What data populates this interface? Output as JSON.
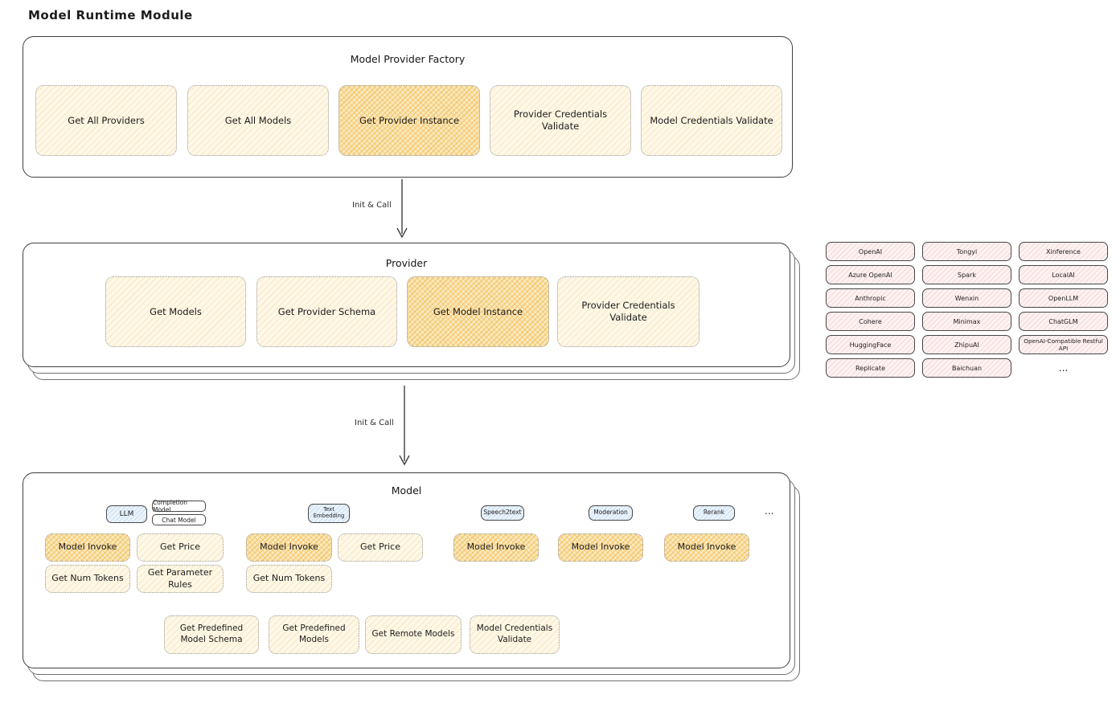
{
  "page_title": "Model Runtime Module",
  "colors": {
    "node_yellow": "#fdf8e9",
    "node_highlight": "#f6cb7f",
    "provider_pink": "#fdf2f2",
    "tab_blue": "#ebf4fc",
    "border_dark": "#3f3f3f",
    "dotted_border": "#9a9a9a"
  },
  "factory": {
    "title": "Model Provider Factory",
    "buttons": [
      {
        "label": "Get All Providers",
        "highlight": false
      },
      {
        "label": "Get All Models",
        "highlight": false
      },
      {
        "label": "Get Provider Instance",
        "highlight": true
      },
      {
        "label": "Provider Credentials Validate",
        "highlight": false
      },
      {
        "label": "Model Credentials Validate",
        "highlight": false
      }
    ]
  },
  "arrow1": {
    "label": "Init & Call"
  },
  "arrow2": {
    "label": "Init & Call"
  },
  "provider": {
    "title": "Provider",
    "buttons": [
      {
        "label": "Get Models",
        "highlight": false
      },
      {
        "label": "Get Provider Schema",
        "highlight": false
      },
      {
        "label": "Get Model Instance",
        "highlight": true
      },
      {
        "label": "Provider Credentials Validate",
        "highlight": false
      }
    ]
  },
  "providers_grid": {
    "items": [
      {
        "label": "OpenAI"
      },
      {
        "label": "Tongyi"
      },
      {
        "label": "Xinference"
      },
      {
        "label": "Azure OpenAI"
      },
      {
        "label": "Spark"
      },
      {
        "label": "LocalAI"
      },
      {
        "label": "Anthropic"
      },
      {
        "label": "Wenxin"
      },
      {
        "label": "OpenLLM"
      },
      {
        "label": "Cohere"
      },
      {
        "label": "Minimax"
      },
      {
        "label": "ChatGLM"
      },
      {
        "label": "HuggingFace"
      },
      {
        "label": "ZhipuAI"
      },
      {
        "label": "OpenAI-Compatible Restful API"
      },
      {
        "label": "Replicate"
      },
      {
        "label": "Baichuan"
      },
      {
        "label": "..."
      }
    ]
  },
  "model": {
    "title": "Model",
    "tabs": [
      {
        "label": "LLM"
      },
      {
        "label": "Completion Model"
      },
      {
        "label": "Chat Model"
      },
      {
        "label": "Text Embedding"
      },
      {
        "label": "Speech2text"
      },
      {
        "label": "Moderation"
      },
      {
        "label": "Rerank"
      },
      {
        "label": "..."
      }
    ],
    "buttons": [
      {
        "label": "Model Invoke",
        "highlight": true
      },
      {
        "label": "Get Price",
        "highlight": false
      },
      {
        "label": "Get Num Tokens",
        "highlight": false
      },
      {
        "label": "Get Parameter Rules",
        "highlight": false
      },
      {
        "label": "Model Invoke",
        "highlight": true
      },
      {
        "label": "Get Price",
        "highlight": false
      },
      {
        "label": "Get Num Tokens",
        "highlight": false
      },
      {
        "label": "Model Invoke",
        "highlight": true
      },
      {
        "label": "Model Invoke",
        "highlight": true
      },
      {
        "label": "Model Invoke",
        "highlight": true
      },
      {
        "label": "Get Predefined Model Schema",
        "highlight": false
      },
      {
        "label": "Get Predefined Models",
        "highlight": false
      },
      {
        "label": "Get Remote Models",
        "highlight": false
      },
      {
        "label": "Model Credentials Validate",
        "highlight": false
      }
    ]
  }
}
